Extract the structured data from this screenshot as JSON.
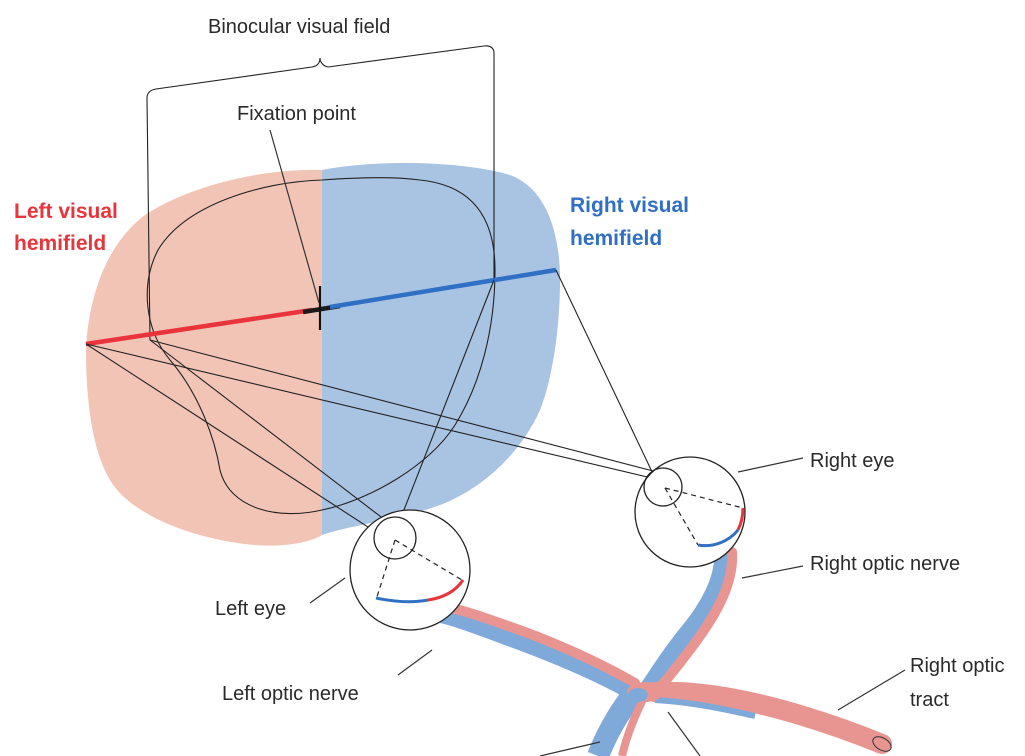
{
  "labels": {
    "binocular_field": "Binocular visual field",
    "fixation_point": "Fixation point",
    "left_hemifield_line1": "Left visual",
    "left_hemifield_line2": "hemifield",
    "right_hemifield_line1": "Right visual",
    "right_hemifield_line2": "hemifield",
    "right_eye": "Right eye",
    "right_optic_nerve": "Right optic nerve",
    "left_eye": "Left eye",
    "left_optic_nerve": "Left optic nerve",
    "right_optic_tract_line1": "Right optic",
    "right_optic_tract_line2": "tract"
  },
  "colors": {
    "left_hemifield_fill": "#f2c4b6",
    "right_hemifield_fill": "#a9c3e2",
    "left_accent": "#e8343a",
    "right_accent": "#2f6fc4",
    "nerve_red": "#e89591",
    "nerve_blue": "#7fa9d9"
  }
}
